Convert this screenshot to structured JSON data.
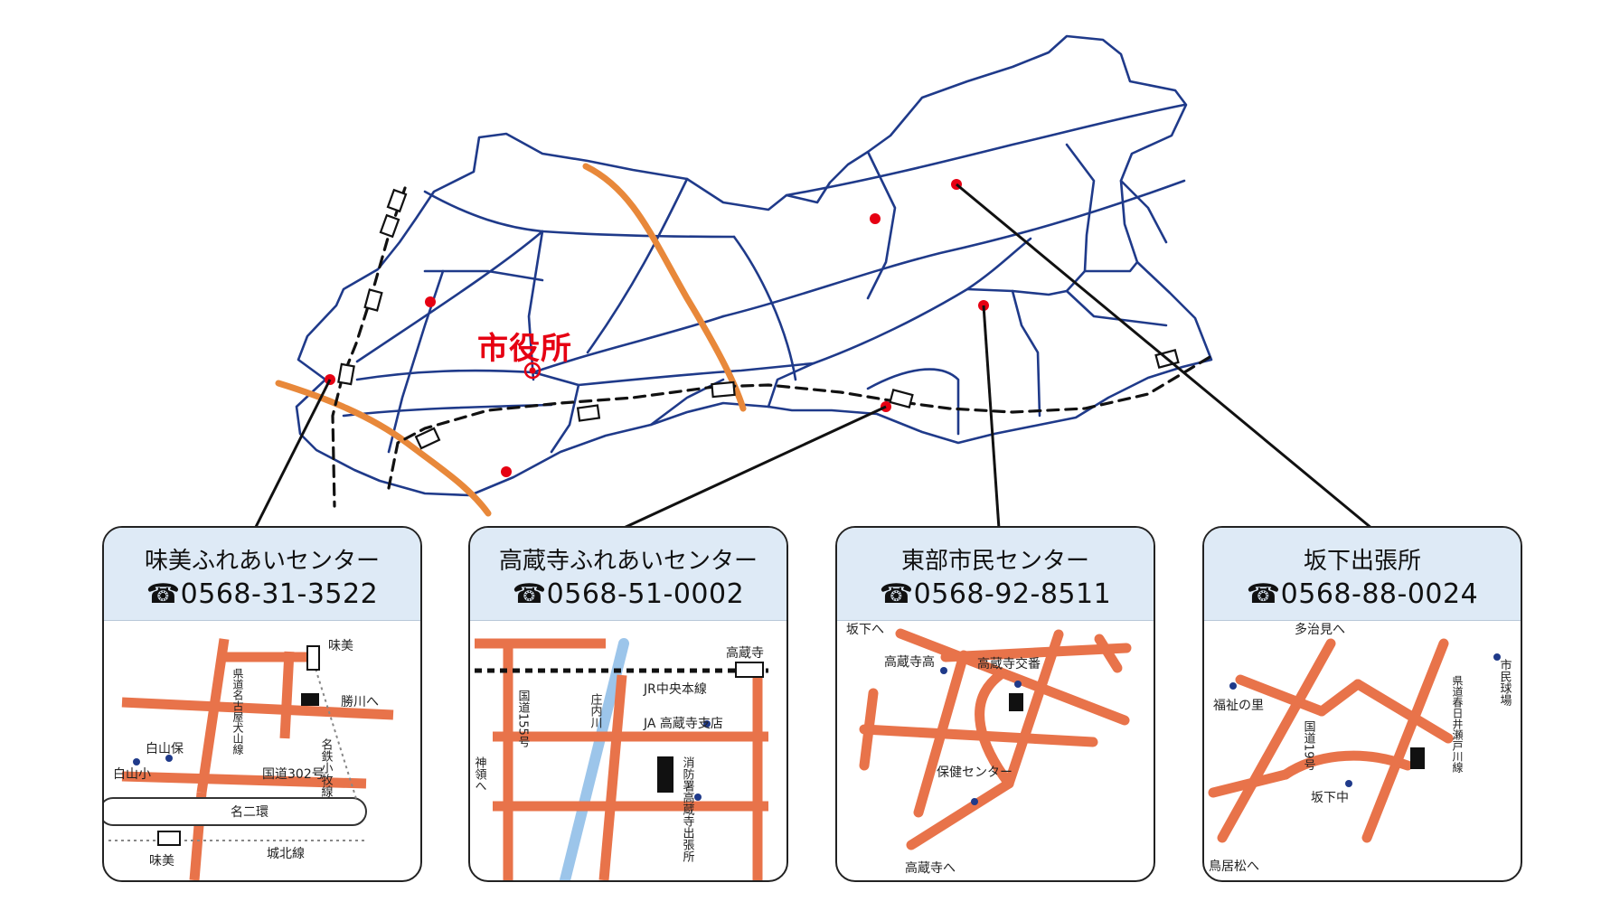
{
  "city_hall": {
    "label": "市役所",
    "symbol": "◎"
  },
  "colors": {
    "road_blue": "#1f3a8a",
    "highway_orange": "#e8883a",
    "marker_red": "#e60012",
    "panel_header": "#deeaf6",
    "street_orange": "#e8734a",
    "river_blue": "#9cc5ea"
  },
  "panels": [
    {
      "title": "味美ふれあいセンター",
      "phone": "☎0568-31-3522",
      "labels": {
        "station": "味美",
        "station_top": "味美",
        "katsukawa": "勝川へ",
        "hakusan_ho": "白山保",
        "hakusan_sho": "白山小",
        "route302": "国道302号",
        "meinikan": "名二環",
        "joshoku": "城北線",
        "meitetsu": "名鉄小牧線",
        "kendo": "県道名古屋犬山線"
      }
    },
    {
      "title": "高蔵寺ふれあいセンター",
      "phone": "☎0568-51-0002",
      "labels": {
        "kozoji": "高蔵寺",
        "jr": "JR中央本線",
        "route155": "国道155号",
        "river": "庄内川",
        "ja": "JA 高蔵寺支店",
        "kamiryo": "神領へ",
        "fire": "消防署高蔵寺出張所"
      }
    },
    {
      "title": "東部市民センター",
      "phone": "☎0568-92-8511",
      "labels": {
        "sakashita": "坂下へ",
        "kozoji_high": "高蔵寺高",
        "koban": "高蔵寺交番",
        "hoken": "保健センター",
        "kozoji_to": "高蔵寺へ"
      }
    },
    {
      "title": "坂下出張所",
      "phone": "☎0568-88-0024",
      "labels": {
        "tajimi": "多治見へ",
        "fukushi": "福祉の里",
        "route19": "国道19号",
        "sakashita_chu": "坂下中",
        "toriimatsu": "鳥居松へ",
        "shimin_kyujo": "市民球場",
        "kendo": "県道春日井瀬戸川線"
      }
    }
  ]
}
